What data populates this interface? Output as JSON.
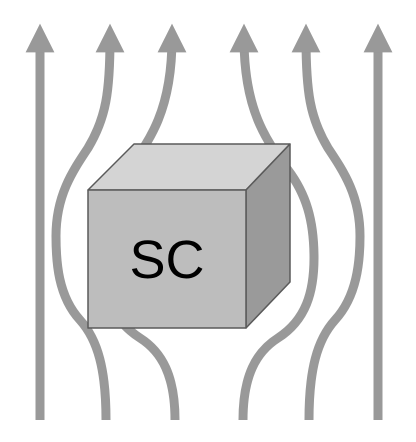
{
  "diagram": {
    "cube_label": "SC",
    "colors": {
      "field_line": "#999999",
      "cube_front": "#bdbdbd",
      "cube_top": "#d4d4d4",
      "cube_side": "#9a9a9a",
      "cube_edge": "#5a5a5a",
      "label_text": "#000000"
    },
    "field_lines": [
      {
        "name": "field-line-1",
        "direction": "up",
        "shape": "straight"
      },
      {
        "name": "field-line-2",
        "direction": "up",
        "shape": "bends-left-around-cube"
      },
      {
        "name": "field-line-3",
        "direction": "up",
        "shape": "bends-left-around-cube"
      },
      {
        "name": "field-line-4",
        "direction": "up",
        "shape": "bends-right-around-cube"
      },
      {
        "name": "field-line-5",
        "direction": "up",
        "shape": "bends-right-around-cube"
      },
      {
        "name": "field-line-6",
        "direction": "up",
        "shape": "straight"
      }
    ]
  }
}
